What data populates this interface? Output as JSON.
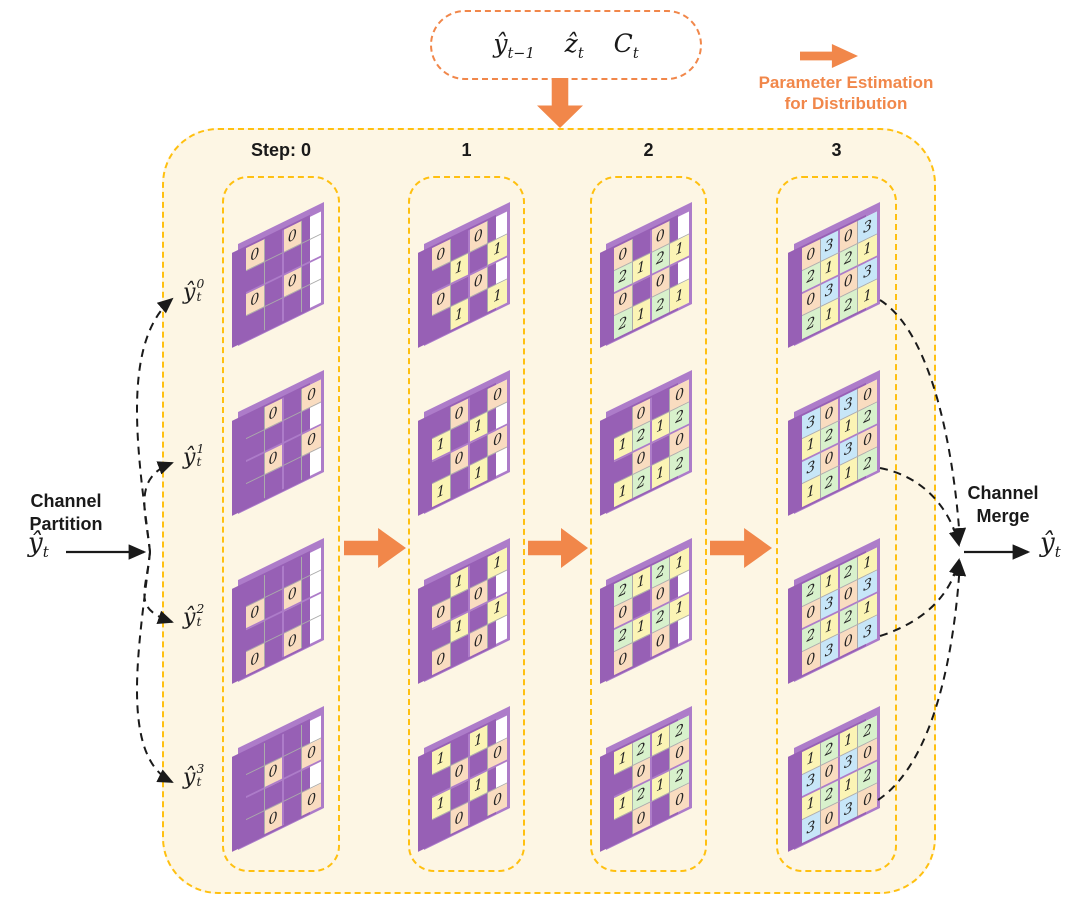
{
  "colors": {
    "orange": "#F1874A",
    "gold": "#FFC010",
    "cream": "#FDF6E4",
    "purple": "#AD7CC9",
    "purple_dark": "#9760B5",
    "grid_line": "#ABABAB",
    "ink": "#1A1A1A",
    "cell_0": "#F9DCC0",
    "cell_1": "#FBF4B5",
    "cell_2": "#D8F1CC",
    "cell_3": "#C7E6F8"
  },
  "input_node": {
    "items": [
      {
        "base": "ŷ",
        "sub": "t−1"
      },
      {
        "base": "ẑ",
        "sub": "t"
      },
      {
        "base": "C",
        "sub": "t"
      }
    ]
  },
  "legend": {
    "line1": "Parameter Estimation",
    "line2": "for Distribution"
  },
  "left": {
    "title_line1": "Channel",
    "title_line2": "Partition",
    "input": {
      "base": "ŷ",
      "sub": "t"
    },
    "groups": [
      {
        "base": "ŷ",
        "sub": "t",
        "sup": "0"
      },
      {
        "base": "ŷ",
        "sub": "t",
        "sup": "1"
      },
      {
        "base": "ŷ",
        "sub": "t",
        "sup": "2"
      },
      {
        "base": "ŷ",
        "sub": "t",
        "sup": "3"
      }
    ]
  },
  "right": {
    "title_line1": "Channel",
    "title_line2": "Merge",
    "output": {
      "base": "ŷ",
      "sub": "t"
    }
  },
  "steps": [
    {
      "label": "Step: 0",
      "grids": [
        [
          [
            "0",
            "",
            "0",
            ""
          ],
          [
            "",
            "",
            "",
            ""
          ],
          [
            "0",
            "",
            "0",
            ""
          ],
          [
            "",
            "",
            "",
            ""
          ]
        ],
        [
          [
            "",
            "0",
            "",
            "0"
          ],
          [
            "",
            "",
            "",
            ""
          ],
          [
            "",
            "0",
            "",
            "0"
          ],
          [
            "",
            "",
            "",
            ""
          ]
        ],
        [
          [
            "",
            "",
            "",
            ""
          ],
          [
            "0",
            "",
            "0",
            ""
          ],
          [
            "",
            "",
            "",
            ""
          ],
          [
            "0",
            "",
            "0",
            ""
          ]
        ],
        [
          [
            "",
            "",
            "",
            ""
          ],
          [
            "",
            "0",
            "",
            "0"
          ],
          [
            "",
            "",
            "",
            ""
          ],
          [
            "",
            "0",
            "",
            "0"
          ]
        ]
      ]
    },
    {
      "label": "1",
      "grids": [
        [
          [
            "0",
            "",
            "0",
            ""
          ],
          [
            "",
            "1",
            "",
            "1"
          ],
          [
            "0",
            "",
            "0",
            ""
          ],
          [
            "",
            "1",
            "",
            "1"
          ]
        ],
        [
          [
            "",
            "0",
            "",
            "0"
          ],
          [
            "1",
            "",
            "1",
            ""
          ],
          [
            "",
            "0",
            "",
            "0"
          ],
          [
            "1",
            "",
            "1",
            ""
          ]
        ],
        [
          [
            "",
            "1",
            "",
            "1"
          ],
          [
            "0",
            "",
            "0",
            ""
          ],
          [
            "",
            "1",
            "",
            "1"
          ],
          [
            "0",
            "",
            "0",
            ""
          ]
        ],
        [
          [
            "1",
            "",
            "1",
            ""
          ],
          [
            "",
            "0",
            "",
            "0"
          ],
          [
            "1",
            "",
            "1",
            ""
          ],
          [
            "",
            "0",
            "",
            "0"
          ]
        ]
      ]
    },
    {
      "label": "2",
      "grids": [
        [
          [
            "0",
            "",
            "0",
            ""
          ],
          [
            "2",
            "1",
            "2",
            "1"
          ],
          [
            "0",
            "",
            "0",
            ""
          ],
          [
            "2",
            "1",
            "2",
            "1"
          ]
        ],
        [
          [
            "",
            "0",
            "",
            "0"
          ],
          [
            "1",
            "2",
            "1",
            "2"
          ],
          [
            "",
            "0",
            "",
            "0"
          ],
          [
            "1",
            "2",
            "1",
            "2"
          ]
        ],
        [
          [
            "2",
            "1",
            "2",
            "1"
          ],
          [
            "0",
            "",
            "0",
            ""
          ],
          [
            "2",
            "1",
            "2",
            "1"
          ],
          [
            "0",
            "",
            "0",
            ""
          ]
        ],
        [
          [
            "1",
            "2",
            "1",
            "2"
          ],
          [
            "",
            "0",
            "",
            "0"
          ],
          [
            "1",
            "2",
            "1",
            "2"
          ],
          [
            "",
            "0",
            "",
            "0"
          ]
        ]
      ]
    },
    {
      "label": "3",
      "grids": [
        [
          [
            "0",
            "3",
            "0",
            "3"
          ],
          [
            "2",
            "1",
            "2",
            "1"
          ],
          [
            "0",
            "3",
            "0",
            "3"
          ],
          [
            "2",
            "1",
            "2",
            "1"
          ]
        ],
        [
          [
            "3",
            "0",
            "3",
            "0"
          ],
          [
            "1",
            "2",
            "1",
            "2"
          ],
          [
            "3",
            "0",
            "3",
            "0"
          ],
          [
            "1",
            "2",
            "1",
            "2"
          ]
        ],
        [
          [
            "2",
            "1",
            "2",
            "1"
          ],
          [
            "0",
            "3",
            "0",
            "3"
          ],
          [
            "2",
            "1",
            "2",
            "1"
          ],
          [
            "0",
            "3",
            "0",
            "3"
          ]
        ],
        [
          [
            "1",
            "2",
            "1",
            "2"
          ],
          [
            "3",
            "0",
            "3",
            "0"
          ],
          [
            "1",
            "2",
            "1",
            "2"
          ],
          [
            "3",
            "0",
            "3",
            "0"
          ]
        ]
      ]
    }
  ]
}
